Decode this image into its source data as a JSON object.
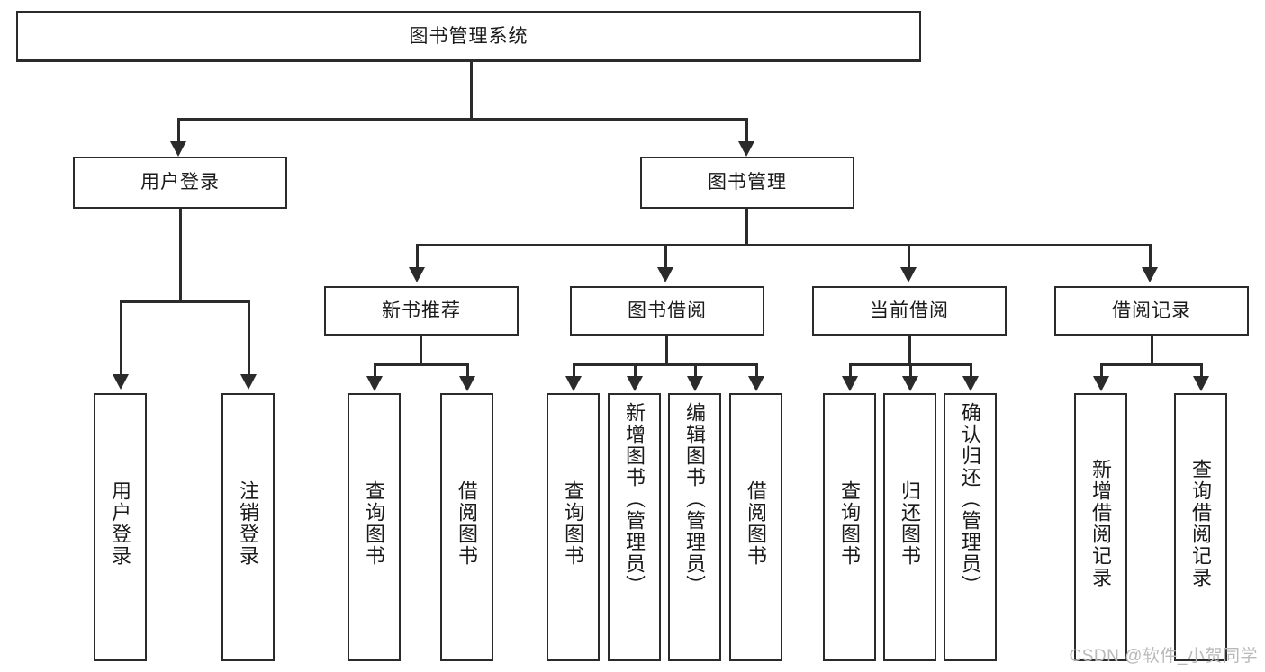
{
  "diagram": {
    "title": "图书管理系统",
    "root": {
      "label": "图书管理系统"
    },
    "level1": [
      {
        "label": "用户登录"
      },
      {
        "label": "图书管理"
      }
    ],
    "level2": [
      {
        "label": "新书推荐"
      },
      {
        "label": "图书借阅"
      },
      {
        "label": "当前借阅"
      },
      {
        "label": "借阅记录"
      }
    ],
    "leaves": {
      "user_login": [
        {
          "label": "用户登录"
        },
        {
          "label": "注销登录"
        }
      ],
      "new_book_recommend": [
        {
          "label": "查询图书"
        },
        {
          "label": "借阅图书"
        }
      ],
      "book_borrow": [
        {
          "label": "查询图书"
        },
        {
          "label": "新增图书（管理员）"
        },
        {
          "label": "编辑图书（管理员）"
        },
        {
          "label": "借阅图书"
        }
      ],
      "current_borrow": [
        {
          "label": "查询图书"
        },
        {
          "label": "归还图书"
        },
        {
          "label": "确认归还（管理员）"
        }
      ],
      "borrow_record": [
        {
          "label": "新增借阅记录"
        },
        {
          "label": "查询借阅记录"
        }
      ]
    }
  },
  "watermark": {
    "text": "CSDN @软件_小贺同学"
  },
  "colors": {
    "line": "#2b2b2b",
    "box_fill": "#ffffff",
    "text": "#1a1a1a",
    "watermark": "#b9b9b9"
  }
}
